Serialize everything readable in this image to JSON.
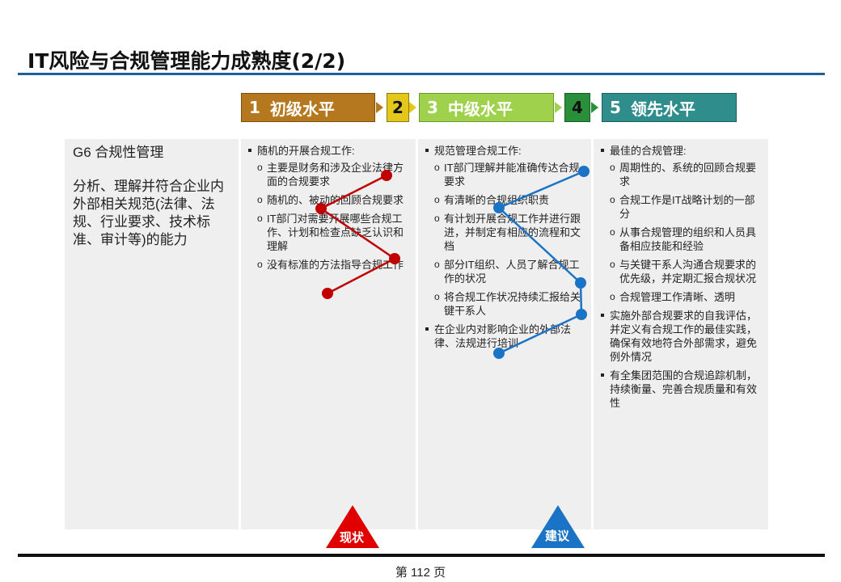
{
  "title": "IT风险与合规管理能力成熟度(2/2)",
  "stages": [
    {
      "num": "1",
      "label": "初级水平",
      "color": "#b5781f"
    },
    {
      "num": "2",
      "label": "",
      "color": "#e3c81b"
    },
    {
      "num": "3",
      "label": "中级水平",
      "color": "#9fd14c"
    },
    {
      "num": "4",
      "label": "",
      "color": "#2a8f3a"
    },
    {
      "num": "5",
      "label": "领先水平",
      "color": "#2f8e8c"
    }
  ],
  "capability": {
    "name": "G6 合规性管理",
    "description": "分析、理解并符合企业内外部相关规范(法律、法规、行业要求、技术标准、审计等)的能力"
  },
  "level1": {
    "heading": "随机的开展合规工作:",
    "items": [
      "主要是财务和涉及企业法律方面的合规要求",
      "随机的、被动的回顾合规要求",
      "IT部门对需要开展哪些合规工作、计划和检查点缺乏认识和理解",
      "没有标准的方法指导合规工作"
    ]
  },
  "level3": {
    "heading": "规范管理合规工作:",
    "items": [
      "IT部门理解并能准确传达合规要求",
      "有清晰的合规组织职责",
      "有计划开展合规工作并进行跟进，并制定有相应的流程和文档",
      "部分IT组织、人员了解合规工作的状况",
      "将合规工作状况持续汇报给关键干系人"
    ],
    "extra": "在企业内对影响企业的外部法律、法规进行培训"
  },
  "level5": {
    "heading": "最佳的合规管理:",
    "items": [
      "周期性的、系统的回顾合规要求",
      "合规工作是IT战略计划的一部分",
      "从事合规管理的组织和人员具备相应技能和经验",
      "与关键干系人沟通合规要求的优先级，并定期汇报合规状况",
      "合规管理工作清晰、透明"
    ],
    "extras": [
      "实施外部合规要求的自我评估，并定义有合规工作的最佳实践，确保有效地符合外部需求，避免例外情况",
      "有全集团范围的合规追踪机制，持续衡量、完善合规质量和有效性"
    ]
  },
  "markers": {
    "current_label": "现状",
    "current_color": "#c00000",
    "target_label": "建议",
    "target_color": "#1a73c4"
  },
  "footer": {
    "page": "第 112 页"
  }
}
